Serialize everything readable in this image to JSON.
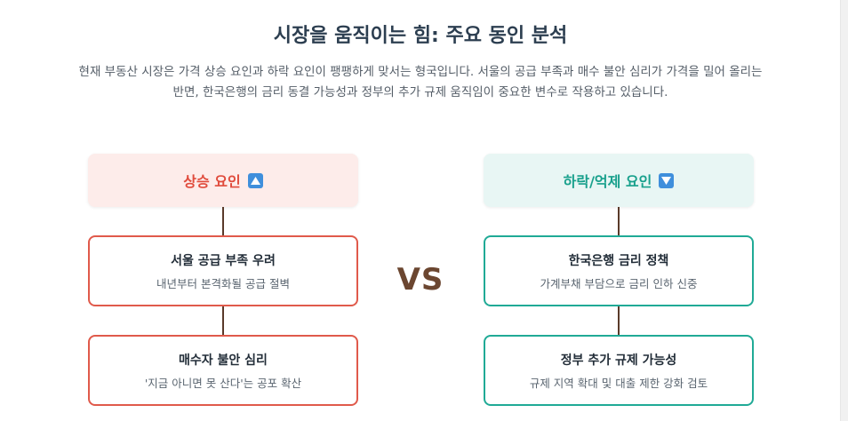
{
  "title": "시장을 움직이는 힘: 주요 동인 분석",
  "intro": "현재 부동산 시장은 가격 상승 요인과 하락 요인이 팽팽하게 맞서는 형국입니다. 서울의 공급 부족과 매수 불안 심리가 가격을 밀어 올리는 반면, 한국은행의 금리 동결 가능성과 정부의 추가 규제 움직임이 중요한 변수로 작용하고 있습니다.",
  "vs": "VS",
  "colors": {
    "up_accent": "#e04b3c",
    "down_accent": "#18a08c",
    "vs": "#6b4630"
  },
  "up": {
    "header": "상승 요인",
    "icon": "up-arrow-icon",
    "cards": [
      {
        "title": "서울 공급 부족 우려",
        "desc": "내년부터 본격화될 공급 절벽"
      },
      {
        "title": "매수자 불안 심리",
        "desc": "'지금 아니면 못 산다'는 공포 확산"
      }
    ]
  },
  "down": {
    "header": "하락/억제 요인",
    "icon": "down-arrow-icon",
    "cards": [
      {
        "title": "한국은행 금리 정책",
        "desc": "가계부채 부담으로 금리 인하 신중"
      },
      {
        "title": "정부 추가 규제 가능성",
        "desc": "규제 지역 확대 및 대출 제한 강화 검토"
      }
    ]
  }
}
